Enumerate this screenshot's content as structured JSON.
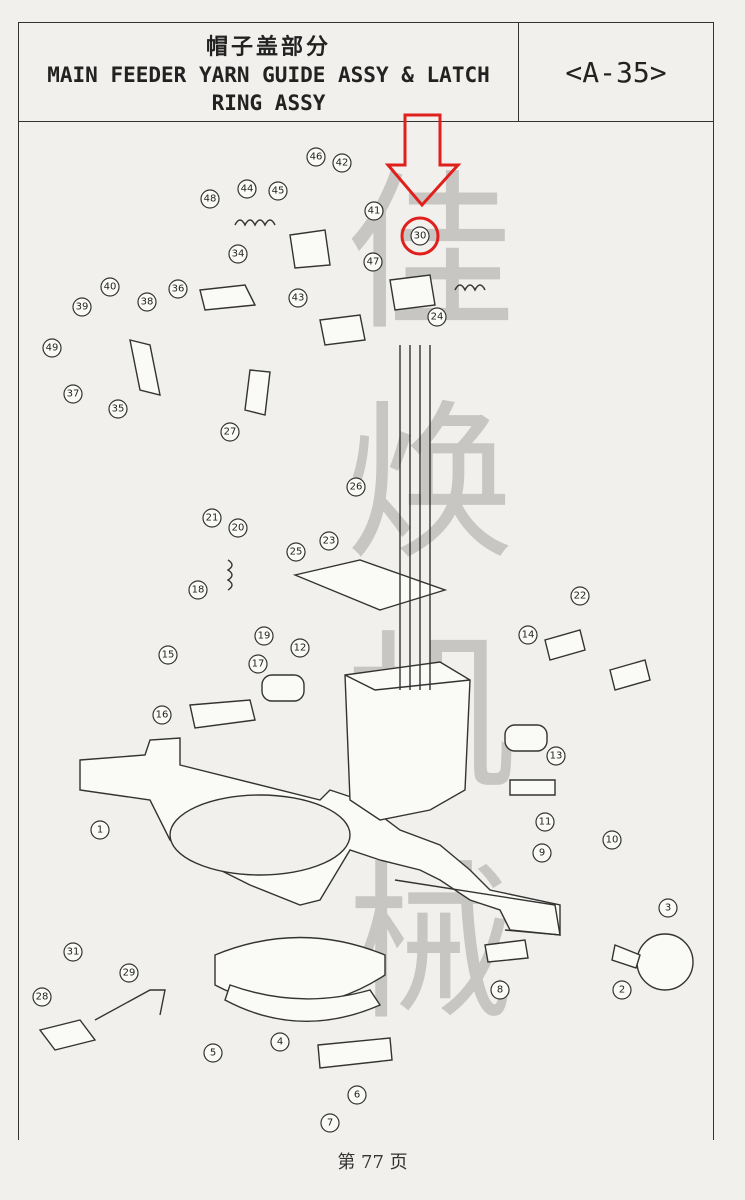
{
  "header": {
    "title_cn": "帽子盖部分",
    "title_en_line1": "MAIN FEEDER YARN GUIDE ASSY & LATCH",
    "title_en_line2": "RING ASSY",
    "page_code": "<A-35>"
  },
  "watermark": [
    "佳",
    "焕",
    "机",
    "械"
  ],
  "highlight": {
    "part": "30",
    "color": "#e0201c"
  },
  "callouts": [
    "1",
    "2",
    "3",
    "4",
    "5",
    "6",
    "7",
    "8",
    "9",
    "10",
    "11",
    "12",
    "13",
    "14",
    "15",
    "16",
    "17",
    "18",
    "19",
    "20",
    "21",
    "22",
    "23",
    "24",
    "25",
    "26",
    "27",
    "28",
    "29",
    "30",
    "31",
    "34",
    "35",
    "36",
    "37",
    "38",
    "39",
    "40",
    "41",
    "42",
    "43",
    "44",
    "45",
    "46",
    "47",
    "48",
    "49"
  ],
  "footer": {
    "page_label": "第 77 页"
  }
}
